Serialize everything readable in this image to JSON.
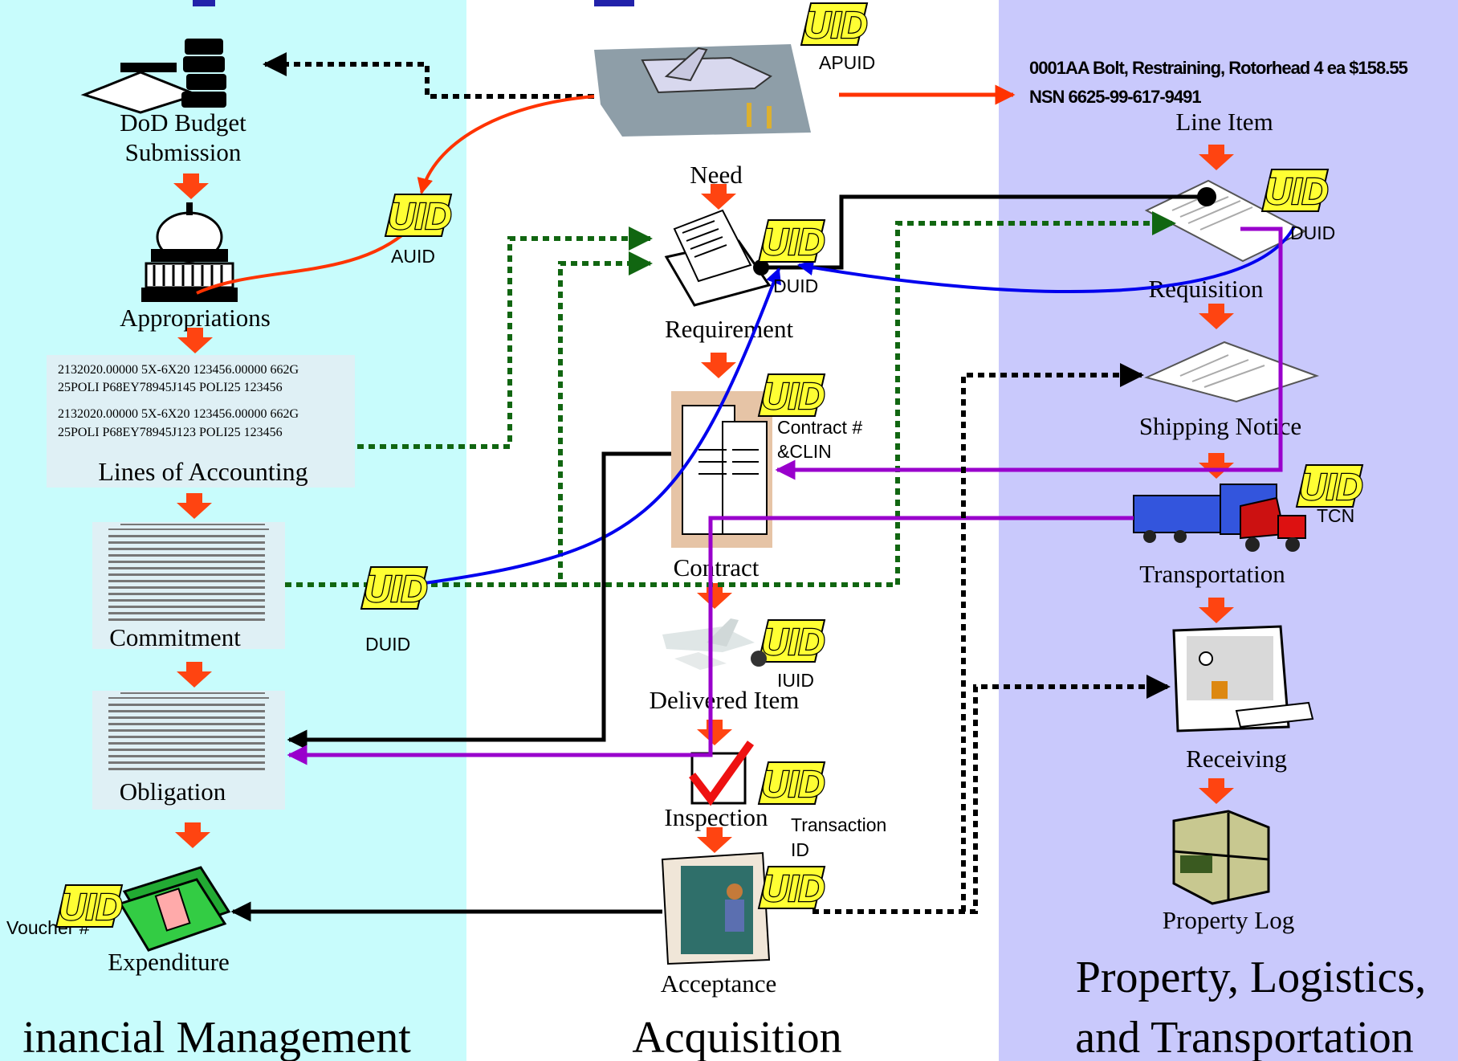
{
  "colors": {
    "financial_bg": "#c8fcfc",
    "property_bg": "#c9c9fc",
    "header_blue": "#2222aa",
    "down_arrow": "#ff4411",
    "orange_line": "#ff3300",
    "blue_line": "#0000ee",
    "purple_line": "#9900cc",
    "green_dotted": "#116611",
    "black": "#000000",
    "uid_yellow": "#ffff33"
  },
  "sections": {
    "financial": "inancial Management",
    "acquisition": "Acquisition",
    "property_line1": "Property, Logistics,",
    "property_line2": "and Transportation"
  },
  "uid_badge": "UID",
  "financial": {
    "budget_line1": "DoD Budget",
    "budget_line2": "Submission",
    "appropriations": "Appropriations",
    "accounting_lines": [
      "2132020.00000 5X-6X20 123456.00000 662G",
      "25POLI P68EY78945J145 POLI25 123456",
      "2132020.00000 5X-6X20 123456.00000 662G",
      "25POLI P68EY78945J123 POLI25 123456"
    ],
    "lines_of_accounting": "Lines of Accounting",
    "commitment": "Commitment",
    "obligation": "Obligation",
    "expenditure": "Expenditure",
    "voucher": "Voucher #"
  },
  "acquisition": {
    "need": "Need",
    "requirement": "Requirement",
    "contract": "Contract",
    "delivered_item": "Delivered Item",
    "inspection": "Inspection",
    "acceptance": "Acceptance"
  },
  "property": {
    "line_item_desc1": "0001AA Bolt, Restraining, Rotorhead 4 ea $158.55",
    "line_item_desc2": "NSN 6625-99-617-9491",
    "line_item": "Line Item",
    "requisition": "Requisition",
    "shipping_notice": "Shipping Notice",
    "transportation": "Transportation",
    "receiving": "Receiving",
    "property_log": "Property Log"
  },
  "uid_labels": {
    "apuid": "APUID",
    "auid": "AUID",
    "duid_requirement": "DUID",
    "duid_requisition": "DUID",
    "duid_commitment": "DUID",
    "contract_line1": "Contract #",
    "contract_line2": "&CLIN",
    "iuid": "IUID",
    "tcn": "TCN",
    "transaction_line1": "Transaction",
    "transaction_line2": "ID"
  }
}
